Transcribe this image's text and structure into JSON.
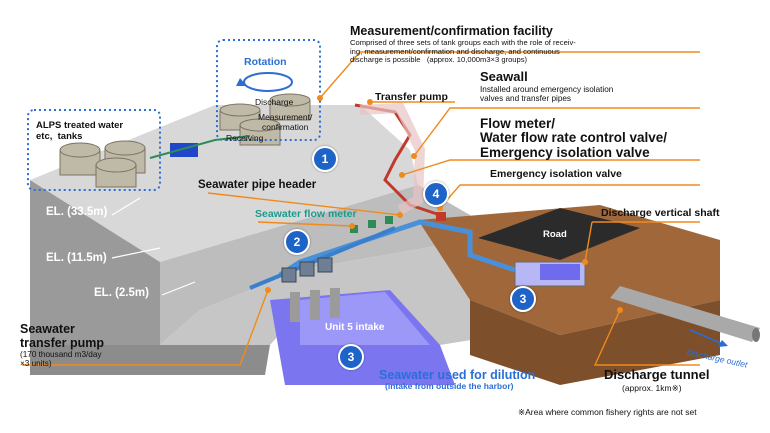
{
  "rotation": "Rotation",
  "tanks_label": "ALPS treated water\netc,  tanks",
  "discharge_small": "Discharge",
  "measurement_small": "Measurement/\nconfirmation",
  "receiving_small": "Receiving",
  "measurement": {
    "title": "Measurement/confirmation facility",
    "desc": "Comprised of three sets of tank groups each with the role of receiv-\ning, measurement/confirmation and discharge, and continuous\ndischarge is possible   (approx. 10,000m3×3 groups)"
  },
  "transfer_pump": "Transfer pump",
  "seawall": {
    "title": "Seawall",
    "desc": "Installed around emergency isolation\nvalves and transfer pipes"
  },
  "flow_meter_title": "Flow meter/\nWater flow rate control valve/\nEmergency isolation valve",
  "emergency_valve": "Emergency isolation valve",
  "pipe_header": "Seawater pipe header",
  "seawater_flow_meter": "Seawater flow meter",
  "discharge_shaft": "Discharge vertical shaft",
  "road": "Road",
  "el_labels": [
    "EL. (33.5m)",
    "EL. (11.5m)",
    "EL. (2.5m)"
  ],
  "seawater_pump": {
    "title": "Seawater\ntransfer pump",
    "desc": "(170 thousand m3/day\n×3 units)"
  },
  "unit5": "Unit 5 intake",
  "dilution": {
    "title": "Seawater used for dilution",
    "sub": "(intake from outside the harbor)"
  },
  "discharge_outlet": "Discharge outlet",
  "tunnel": {
    "title": "Discharge  tunnel",
    "sub": "(approx. 1km※)"
  },
  "footnote": "※Area where common fishery rights are not set",
  "badges": [
    "1",
    "2",
    "3",
    "3",
    "4"
  ],
  "colors": {
    "accent_line": "#f08a1c",
    "badge": "#1e63c8",
    "pipe": "#4a90d9",
    "flow_teal": "#1a9c8c"
  }
}
